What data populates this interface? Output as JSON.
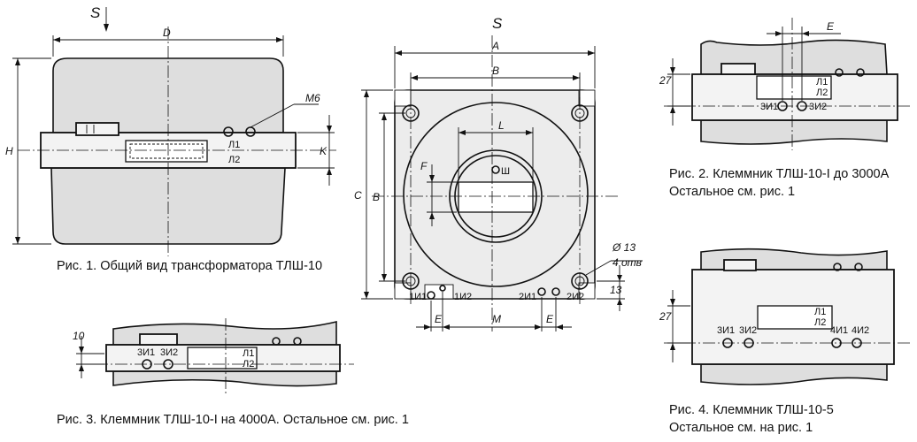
{
  "captions": {
    "fig1": "Рис. 1. Общий вид  трансформатора ТЛШ-10",
    "fig2_line1": "Рис. 2. Клеммник ТЛШ-10-I до 3000А",
    "fig2_line2": "Остальное см. рис. 1",
    "fig3": "Рис. 3. Клеммник ТЛШ-10-I на 4000А. Остальное см. рис. 1",
    "fig4_line1": "Рис. 4. Клеммник ТЛШ-10-5",
    "fig4_line2": "Остальное см. на рис. 1"
  },
  "labels": {
    "S": "S",
    "D": "D",
    "H": "H",
    "K": "K",
    "M6": "M6",
    "A": "A",
    "B": "B",
    "C": "C",
    "L": "L",
    "F": "F",
    "E": "E",
    "M": "M",
    "sh": "Ш",
    "L1": "Л1",
    "L2": "Л2",
    "I1": "1И1",
    "I2": "1И2",
    "I2_1": "2И1",
    "I2_2": "2И2",
    "I3_1": "3И1",
    "I3_2": "3И2",
    "I4_1": "4И1",
    "I4_2": "4И2",
    "hole_dia": "Ø 13",
    "holes": "4 отв",
    "dim13": "13",
    "dim27": "27",
    "dim10": "10"
  }
}
